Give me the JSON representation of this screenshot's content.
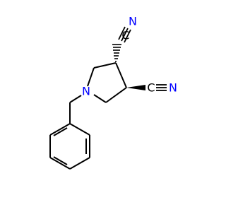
{
  "colors": {
    "background": "#ffffff",
    "bond": "#000000",
    "nitrogen": "#0000ff",
    "carbon": "#000000"
  },
  "atoms": {
    "ring_nitrogen": "N",
    "nitrile_top_nitrogen": "N",
    "nitrile_top_carbon": "C",
    "nitrile_right_nitrogen": "N",
    "nitrile_right_carbon": "C"
  }
}
